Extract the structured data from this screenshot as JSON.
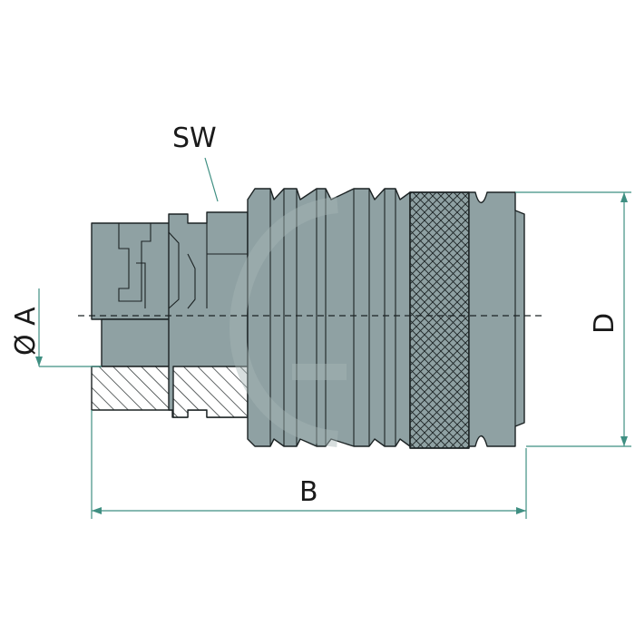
{
  "drawing": {
    "labels": {
      "sw": "SW",
      "diameter_a": "Ø A",
      "b": "B",
      "d": "D"
    },
    "colors": {
      "body_fill": "#8fa1a3",
      "dimension_line": "#3f8f82",
      "outline": "#1c2324",
      "watermark": "#a7b5b6"
    }
  }
}
